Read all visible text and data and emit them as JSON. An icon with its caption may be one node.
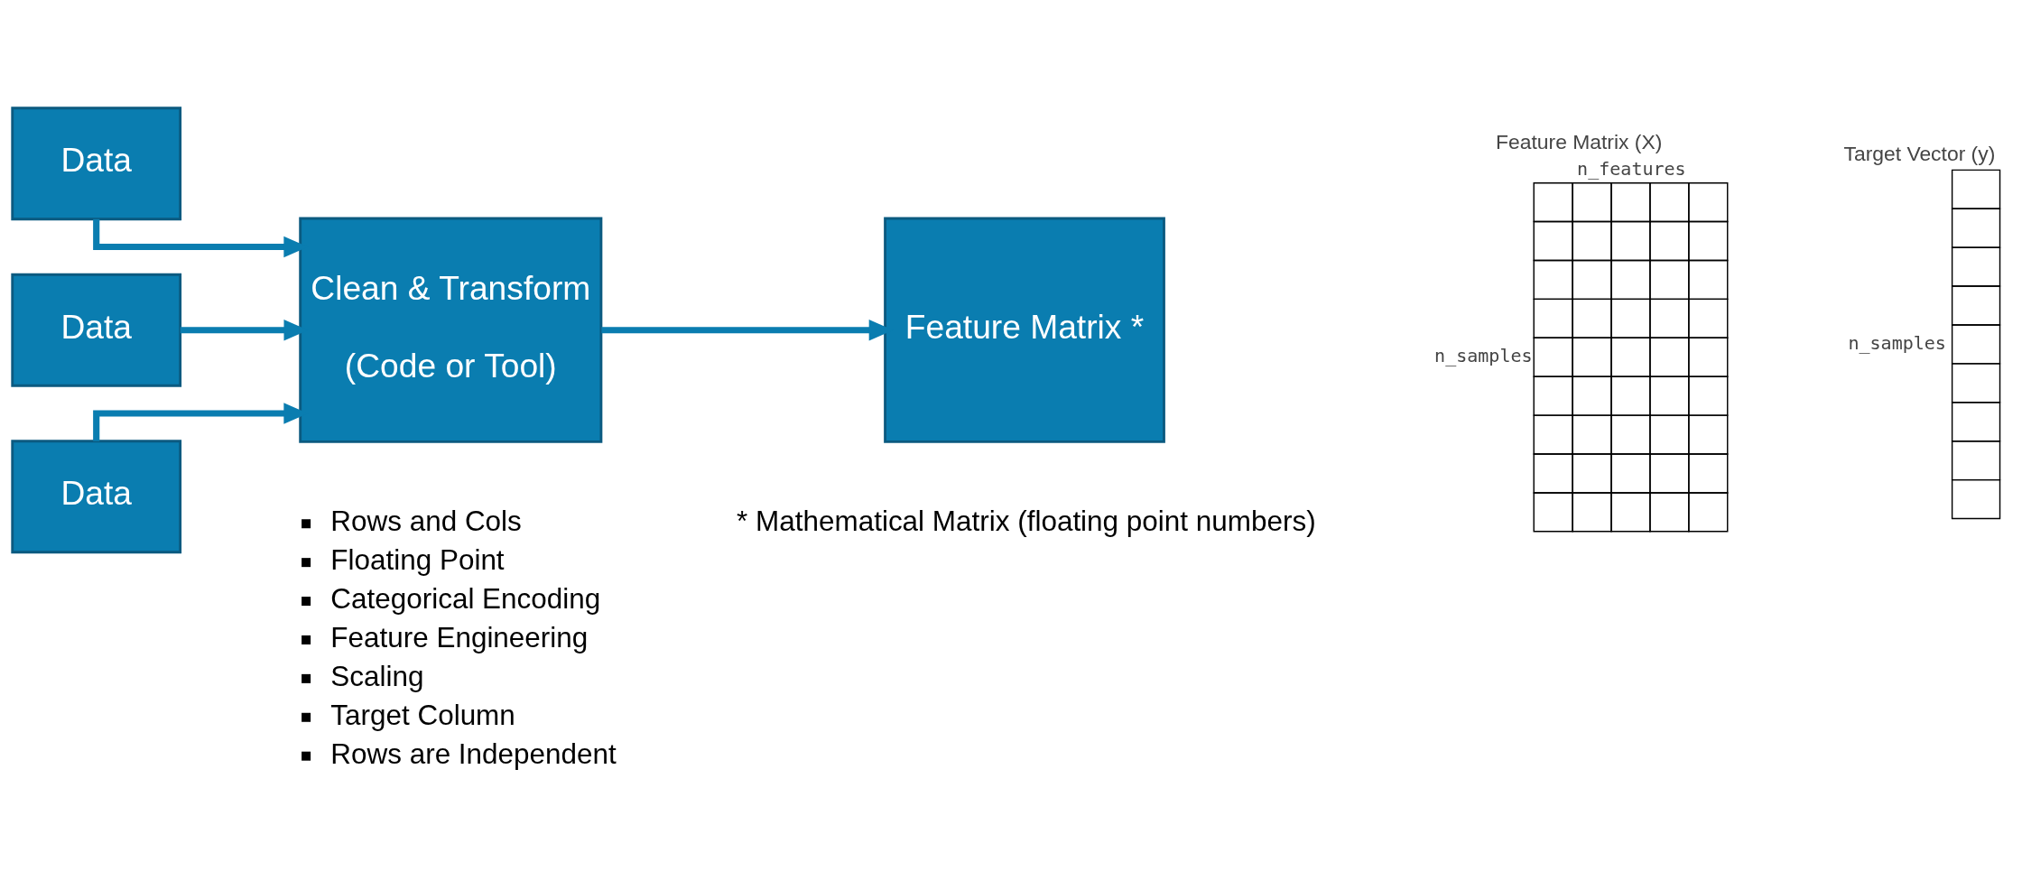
{
  "diagram": {
    "nodes": [
      {
        "text": [
          "Data"
        ]
      },
      {
        "text": [
          "Data"
        ]
      },
      {
        "text": [
          "Data"
        ]
      },
      {
        "text": [
          "Clean & Transform",
          "(Code or Tool)"
        ],
        "beside": [
          "Rows and Cols",
          "Floating Point",
          "Categorical Encoding",
          "Feature Engineering",
          "Scaling",
          "Target Column",
          "Rows are Independent"
        ]
      },
      {
        "text": [
          "Feature Matrix *"
        ],
        "beside": [
          "* Mathematical Matrix (floating point numbers)"
        ]
      },
      {
        "text": [
          "Feature Matrix (X)",
          "n_features",
          "n_samples"
        ]
      },
      {
        "text": [
          "Target Vector (y)",
          "n_samples"
        ]
      }
    ],
    "edges": [
      {
        "from": 0,
        "to": 3,
        "arrow": "to"
      },
      {
        "from": 1,
        "to": 3,
        "arrow": "to"
      },
      {
        "from": 2,
        "to": 3,
        "arrow": "to"
      },
      {
        "from": 3,
        "to": 4,
        "arrow": "to"
      }
    ]
  }
}
